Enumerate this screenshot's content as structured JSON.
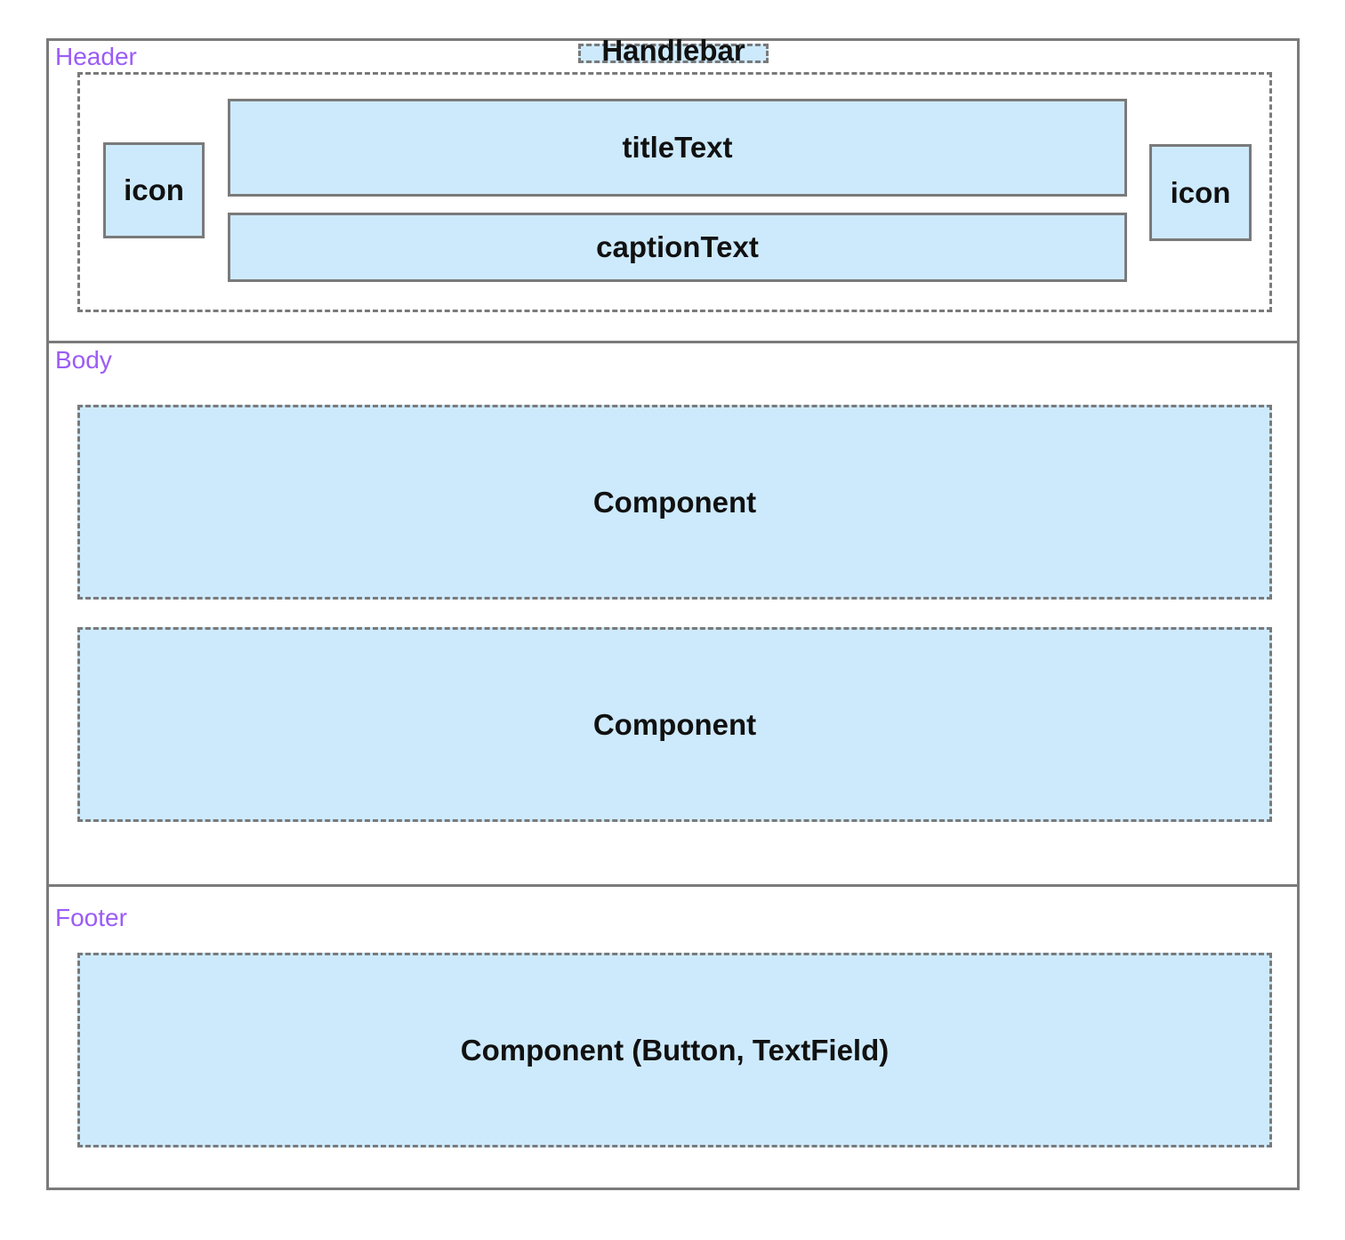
{
  "sections": {
    "header": {
      "label": "Header"
    },
    "body": {
      "label": "Body"
    },
    "footer": {
      "label": "Footer"
    }
  },
  "header": {
    "handlebar": "Handlebar",
    "left_icon": "icon",
    "title": "titleText",
    "caption": "captionText",
    "right_icon": "icon"
  },
  "body": {
    "components": [
      "Component",
      "Component"
    ]
  },
  "footer": {
    "component": "Component (Button, TextField)"
  },
  "colors": {
    "section_label": "#9b5cf6",
    "box_fill": "#cdeafd",
    "border": "#7a7a7a",
    "text": "#111111"
  }
}
